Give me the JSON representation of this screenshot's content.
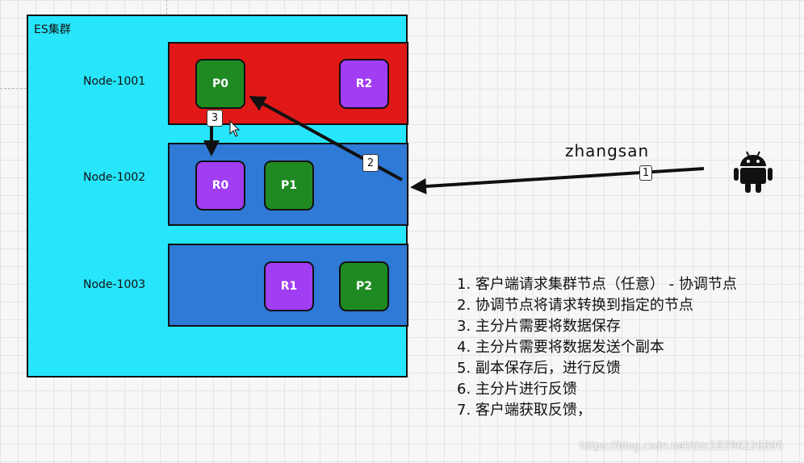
{
  "cluster": {
    "title": "ES集群"
  },
  "nodes": [
    {
      "label": "Node-1001",
      "color": "#e01818",
      "shards": [
        {
          "name": "P0",
          "kind": "primary"
        },
        {
          "name": "R2",
          "kind": "replica"
        }
      ]
    },
    {
      "label": "Node-1002",
      "color": "#2f7ad6",
      "shards": [
        {
          "name": "R0",
          "kind": "replica"
        },
        {
          "name": "P1",
          "kind": "primary"
        }
      ]
    },
    {
      "label": "Node-1003",
      "color": "#2f7ad6",
      "shards": [
        {
          "name": "R1",
          "kind": "replica"
        },
        {
          "name": "P2",
          "kind": "primary"
        }
      ]
    }
  ],
  "client": {
    "label": "zhangsan",
    "icon": "android-icon"
  },
  "arrows": [
    {
      "step": "1"
    },
    {
      "step": "2"
    },
    {
      "step": "3"
    }
  ],
  "steps": [
    "1. 客户端请求集群节点（任意） - 协调节点",
    "2. 协调节点将请求转换到指定的节点",
    "3. 主分片需要将数据保存",
    "4. 主分片需要将数据发送个副本",
    "5. 副本保存后，进行反馈",
    "6. 主分片进行反馈",
    "7. 客户端获取反馈，"
  ],
  "watermark": "https://blog.csdn.net/dzc18296226695",
  "colors": {
    "cluster": "#27e6fb",
    "primary": "#1f8a22",
    "replica": "#a13df2"
  }
}
